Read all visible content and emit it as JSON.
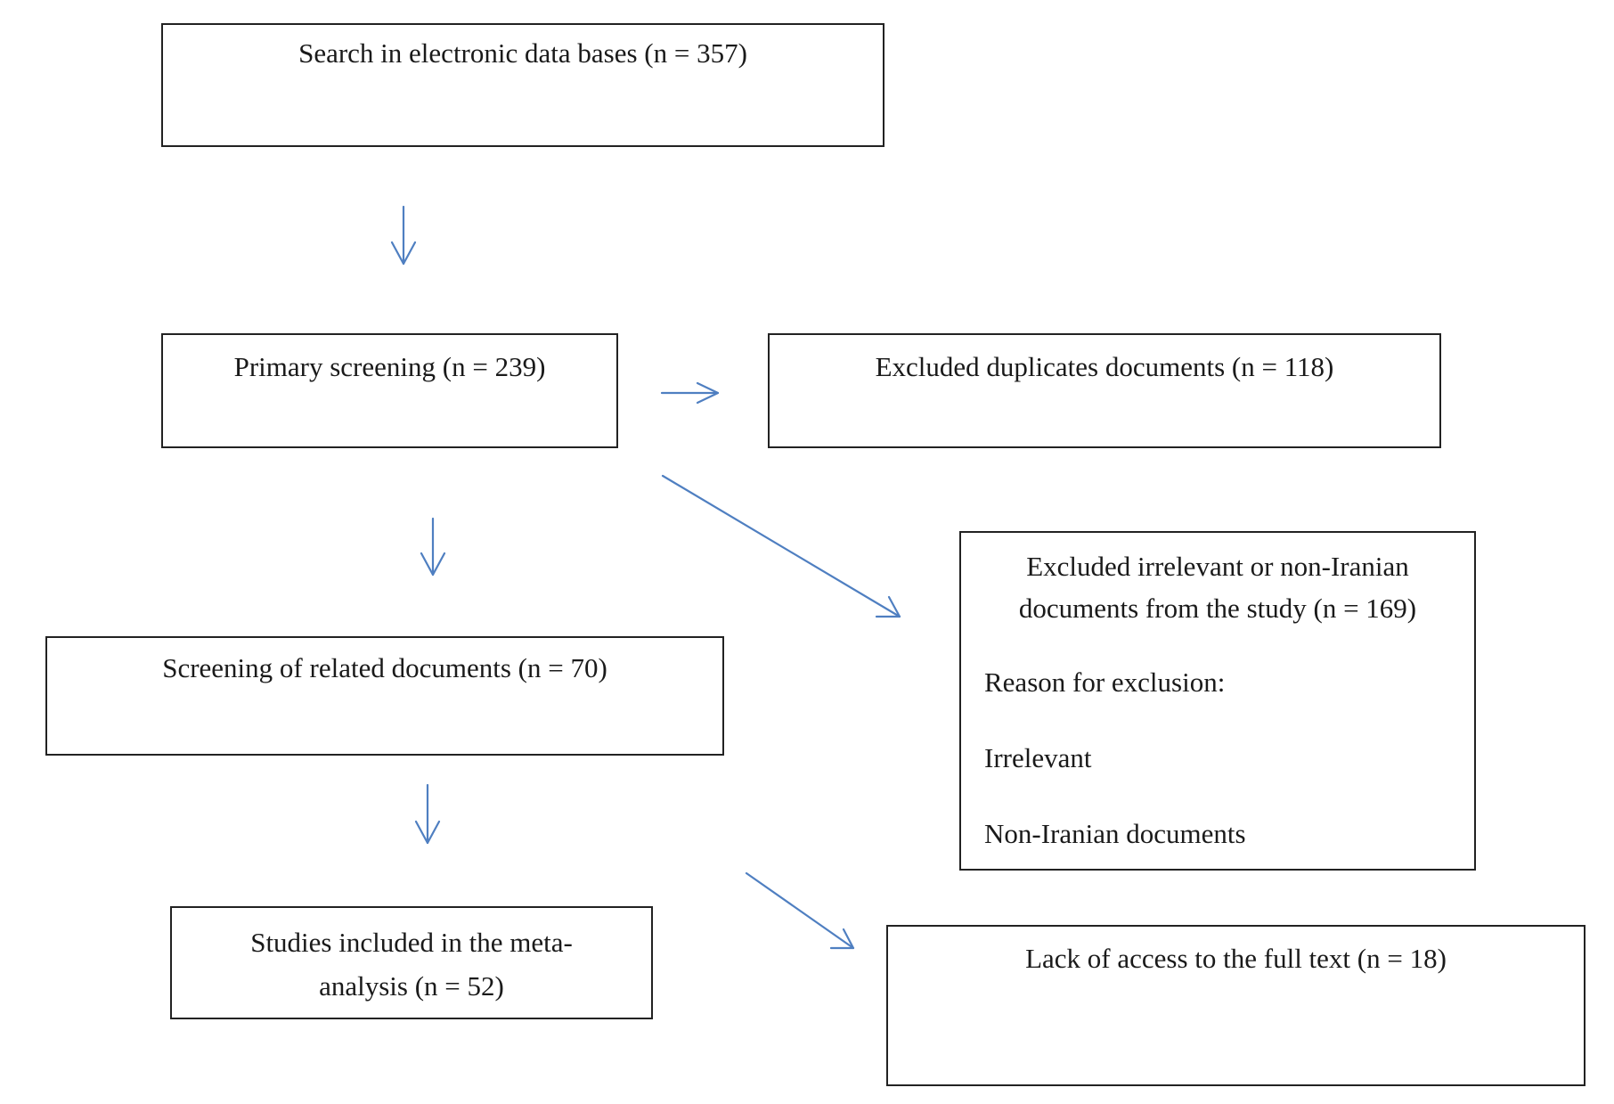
{
  "boxes": {
    "search": "Search in electronic data bases (n = 357)",
    "primary": "Primary screening (n = 239)",
    "duplicates": "Excluded duplicates documents (n = 118)",
    "excluded": {
      "line1": "Excluded irrelevant or non-Iranian",
      "line2": "documents from the study (n = 169)",
      "reason": "Reason for exclusion:",
      "item1": "Irrelevant",
      "item2": "Non-Iranian documents"
    },
    "related": "Screening of related documents (n = 70)",
    "included": {
      "line1": "Studies included in the meta-",
      "line2": "analysis (n = 52)"
    },
    "fulltext": "Lack of access to the full text (n = 18)"
  },
  "colors": {
    "arrow": "#4f7fc1",
    "border": "#222222"
  }
}
